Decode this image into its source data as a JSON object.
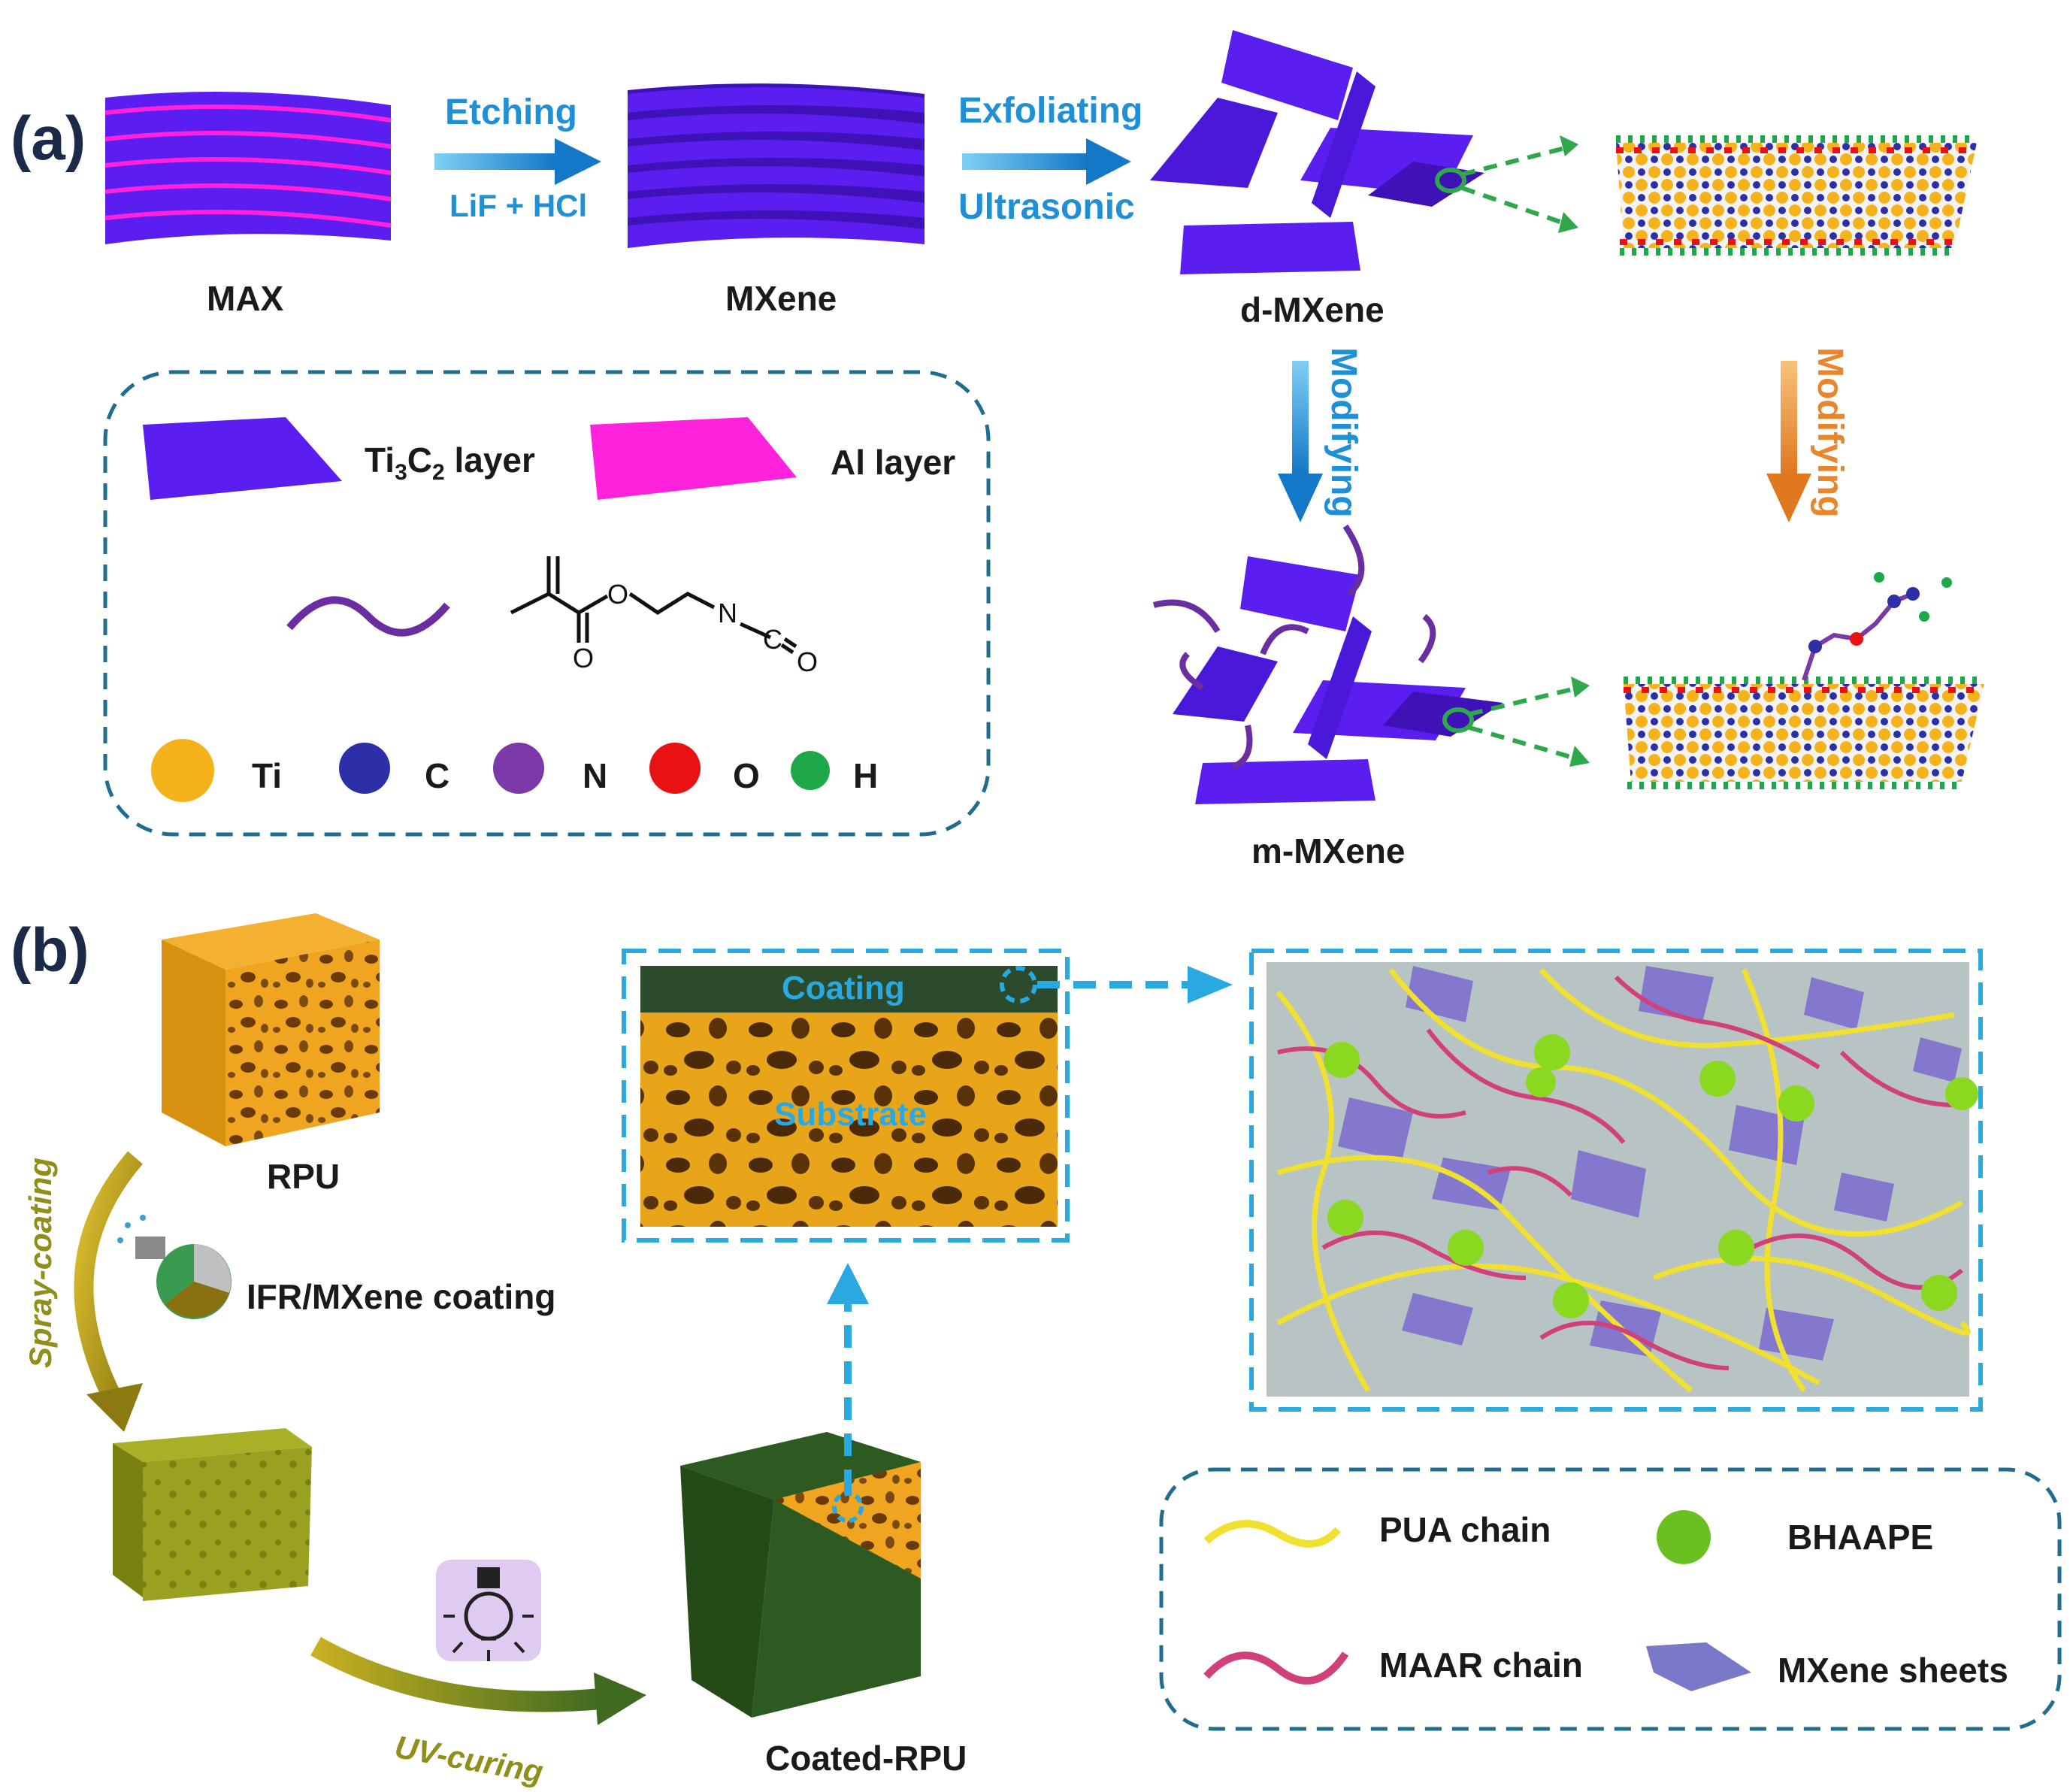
{
  "panels": {
    "a": "(a)",
    "b": "(b)"
  },
  "panel_a": {
    "stages": {
      "max": "MAX",
      "mxene": "MXene",
      "d_mxene": "d-MXene",
      "m_mxene": "m-MXene"
    },
    "step1": {
      "top": "Etching",
      "bottom": "LiF + HCl"
    },
    "step2": {
      "top": "Exfoliating",
      "bottom": "Ultrasonic"
    },
    "modify_left": "Modifying",
    "modify_right": "Modifying",
    "legend": {
      "ti3c2_main": "Ti",
      "ti3c2_sub1": "3",
      "ti3c2_mid": "C",
      "ti3c2_sub2": "2",
      "ti3c2_tail": " layer",
      "al_layer": "Al layer",
      "molecule": {
        "o1": "O",
        "o2": "O",
        "n": "N",
        "c": "C",
        "o3": "O"
      },
      "atoms": [
        {
          "label": "Ti",
          "color": "#f6b21b"
        },
        {
          "label": "C",
          "color": "#2c2fa8"
        },
        {
          "label": "N",
          "color": "#7b3aa8"
        },
        {
          "label": "O",
          "color": "#e81212"
        },
        {
          "label": "H",
          "color": "#1fa84a"
        }
      ]
    }
  },
  "panel_b": {
    "rpu": "RPU",
    "spray": "Spray-coating",
    "coating_agent": "IFR/MXene coating",
    "uv": "UV-curing",
    "coated": "Coated-RPU",
    "inset": {
      "coating": "Coating",
      "substrate": "Substrate"
    },
    "legend": {
      "pua": "PUA chain",
      "bhaape": "BHAAPE",
      "maar": "MAAR chain",
      "sheets": "MXene sheets"
    }
  },
  "colors": {
    "mxene_purple": "#5a1ff0",
    "al_pink": "#ff22dd",
    "arrow_blue": "#1f8fd6",
    "arrow_orange": "#e8862e",
    "green_dash": "#2ea84a",
    "pua_yellow": "#f0e030",
    "maar_pink": "#d0407a",
    "foam_orange": "#f0a520",
    "coat_green": "#2c5a20"
  }
}
